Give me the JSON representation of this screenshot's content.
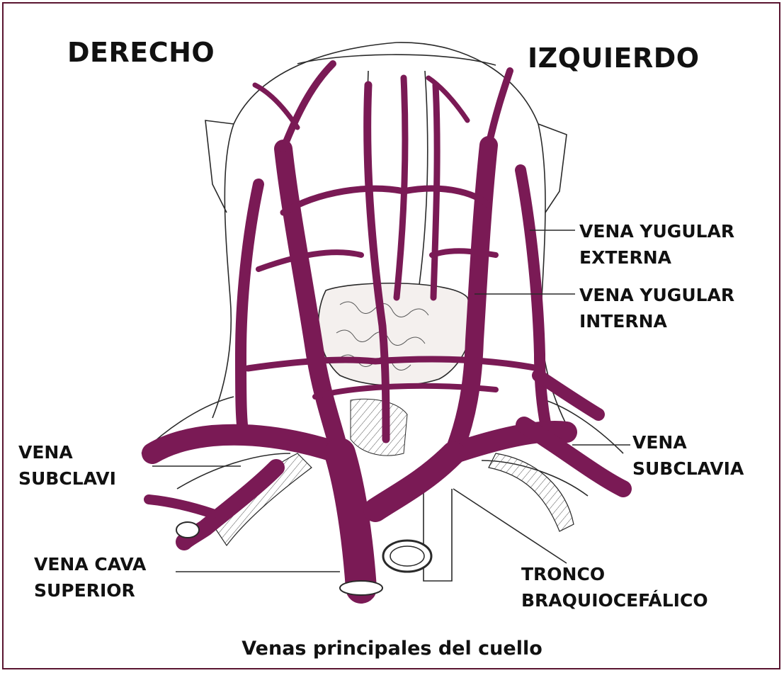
{
  "colors": {
    "vein": "#7a1a55",
    "frame": "#5a1530",
    "ink": "#2a2a2a"
  },
  "sides": {
    "right": "DERECHO",
    "left": "IZQUIERDO"
  },
  "labels": {
    "external_jugular": [
      "VENA YUGULAR",
      "EXTERNA"
    ],
    "internal_jugular": [
      "VENA YUGULAR",
      "INTERNA"
    ],
    "subclavian_right": [
      "VENA",
      "SUBCLAVI"
    ],
    "subclavian_left": [
      "VENA",
      "SUBCLAVIA"
    ],
    "superior_vena_cava": [
      "VENA CAVA",
      "SUPERIOR"
    ],
    "brachiocephalic_trunk": [
      "TRONCO",
      "BRAQUIOCEFÁLICO"
    ]
  },
  "caption": "Venas principales del cuello"
}
